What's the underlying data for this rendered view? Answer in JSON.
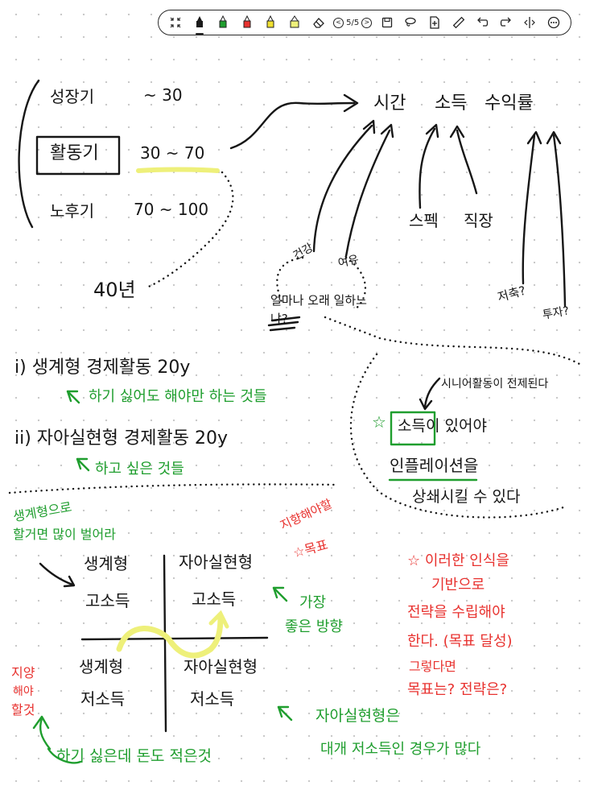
{
  "toolbar": {
    "page_indicator": "5/5",
    "prev_glyph": "<",
    "next_glyph": ">",
    "colors": {
      "black": "#1a1a1a",
      "green": "#1f9e2e",
      "red": "#e8322f",
      "yellow": "#f0e030",
      "highlight": "#eef07a"
    }
  },
  "note": {
    "life_stages": [
      {
        "label": "성장기",
        "range": "~ 30"
      },
      {
        "label": "활동기",
        "range": "30 ~ 70"
      },
      {
        "label": "노후기",
        "range": "70 ~ 100"
      }
    ],
    "forty_years": "40년",
    "resources": [
      "시간",
      "소득",
      "수익률"
    ],
    "contributors": [
      "건강",
      "여유",
      "얼마나 오래 일하느냐?",
      "스펙",
      "직장",
      "저축?",
      "투자?"
    ],
    "item_one": "i) 생계형 경제활동 20y",
    "item_one_note": "하기 싫어도 해야만 하는 것들",
    "item_two": "ii) 자아실현형 경제활동 20y",
    "item_two_note": "하고 싶은 것들",
    "bubble_line1": "시니어활동이 전제된다",
    "bubble_star": "☆",
    "bubble_line2": "소득이 있어야",
    "bubble_line3": "인플레이션을",
    "bubble_line4": "상쇄시킬 수 있다",
    "left_note_1": "생계형으로",
    "left_note_2": "할거면 많이 벌어라",
    "goal_note_1": "지향해야할",
    "goal_note_2": "☆목표",
    "quadrant": {
      "top_left_1": "생계형",
      "top_left_2": "고소득",
      "top_right_1": "자아실현형",
      "top_right_2": "고소득",
      "bottom_left_1": "생계형",
      "bottom_left_2": "저소득",
      "bottom_right_1": "자아실현형",
      "bottom_right_2": "저소득"
    },
    "best_note_1": "가장",
    "best_note_2": "좋은 방향",
    "strategy_note_1": "☆ 이러한 인식을",
    "strategy_note_2": "기반으로",
    "strategy_note_3": "전략을 수립해야",
    "strategy_note_4": "한다. (목표 달성)",
    "strategy_note_5": "그렇다면",
    "strategy_note_6": "목표는? 전략은?",
    "avoid_note_1": "지양",
    "avoid_note_2": "해야",
    "avoid_note_3": "할것",
    "bottom_note": "하기 싫은데 돈도 적은것",
    "self_note_1": "자아실현형은",
    "self_note_2": "대개 저소득인 경우가 많다"
  }
}
